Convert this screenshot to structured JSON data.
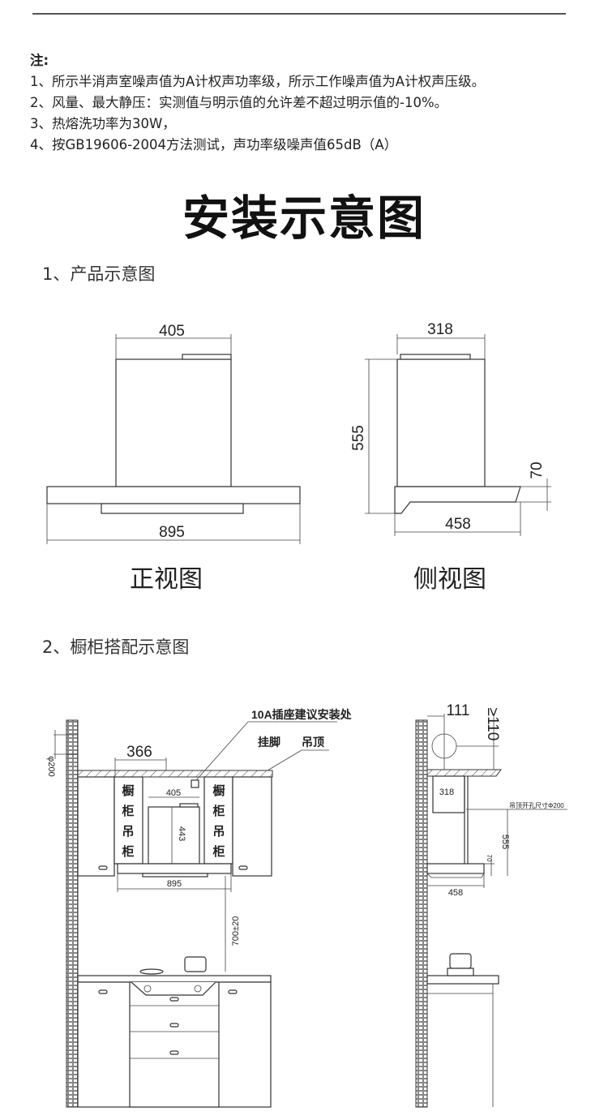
{
  "notes": {
    "heading": "注:",
    "items": [
      "1、所示半消声室噪声值为A计权声功率级，所示工作噪声值为A计权声压级。",
      "2、风量、最大静压：实测值与明示值的允许差不超过明示值的-10%。",
      "3、热熔洗功率为30W，",
      "4、按GB19606-2004方法测试，声功率级噪声值65dB（A）"
    ]
  },
  "title": "安装示意图",
  "section1": {
    "label": "1、产品示意图",
    "front": {
      "caption": "正视图",
      "width_top": "405",
      "width_bottom": "895"
    },
    "side": {
      "caption": "侧视图",
      "depth_top": "318",
      "height": "555",
      "hood_height": "70",
      "depth_bottom": "458"
    }
  },
  "section2": {
    "label": "2、橱柜搭配示意图",
    "front": {
      "socket_note": "10A插座建议安装处",
      "hanging_foot": "挂脚",
      "ceiling": "吊顶",
      "dim_366": "366",
      "dim_405": "405",
      "dim_443": "443",
      "dim_895": "895",
      "dim_700": "700±20",
      "dim_200": "φ200",
      "cabinet_left": [
        "橱",
        "柜",
        "吊",
        "柜"
      ],
      "cabinet_right": [
        "橱",
        "柜",
        "吊",
        "柜"
      ]
    },
    "side": {
      "dim_111": "111",
      "dim_110": "≥110",
      "dim_318": "318",
      "hole_note": "吊顶开孔尺寸Φ200",
      "dim_555": "555",
      "dim_70": "70",
      "dim_458": "458"
    }
  }
}
